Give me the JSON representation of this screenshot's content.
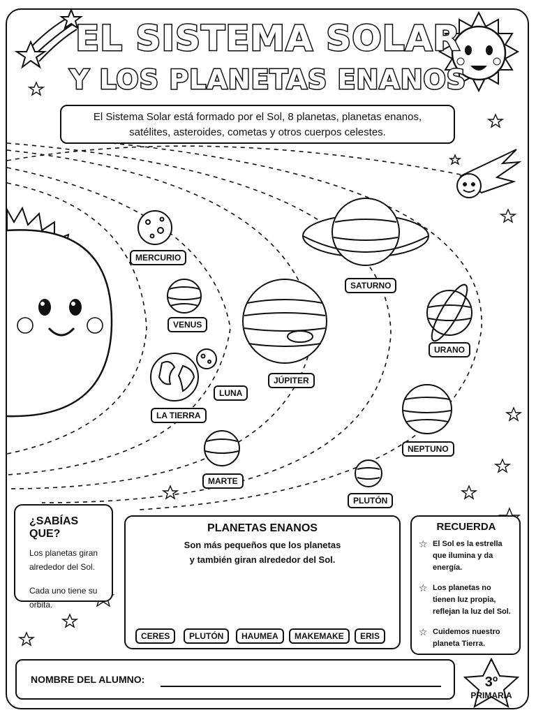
{
  "header": {
    "title_line1": "EL SISTEMA SOLAR",
    "title_line2": "Y LOS PLANETAS ENANOS"
  },
  "intro": {
    "line1": "El Sistema Solar está formado por el Sol, 8 planetas, planetas enanos,",
    "line2": "satélites, asteroides, cometas y otros cuerpos celestes."
  },
  "planets": {
    "mercurio": "MERCURIO",
    "venus": "VENUS",
    "tierra": "LA TIERRA",
    "luna": "LUNA",
    "marte": "MARTE",
    "jupiter": "JÚPITER",
    "saturno": "SATURNO",
    "urano": "URANO",
    "neptuno": "NEPTUNO",
    "pluton": "PLUTÓN"
  },
  "sabias": {
    "title": "¿SABÍAS QUE?",
    "p1": "Los planetas giran alrededor del Sol.",
    "p2": "Cada uno tiene su orbita."
  },
  "enanos": {
    "title": "PLANETAS ENANOS",
    "desc1": "Son más pequeños que los planetas",
    "desc2": "y también giran alrededor del Sol.",
    "items": [
      "CERES",
      "PLUTÓN",
      "HAUMEA",
      "MAKEMAKE",
      "ERIS"
    ]
  },
  "recuerda": {
    "title": "RECUERDA",
    "items": [
      "El Sol es la estrella que ilumina y da energía.",
      "Los planetas no tienen luz propia, reflejan la luz del Sol.",
      "Cuidemos nuestro planeta Tierra."
    ]
  },
  "footer": {
    "name_label": "NOMBRE DEL ALUMNO:",
    "grade_number": "3º",
    "grade_level": "PRIMARIA"
  }
}
